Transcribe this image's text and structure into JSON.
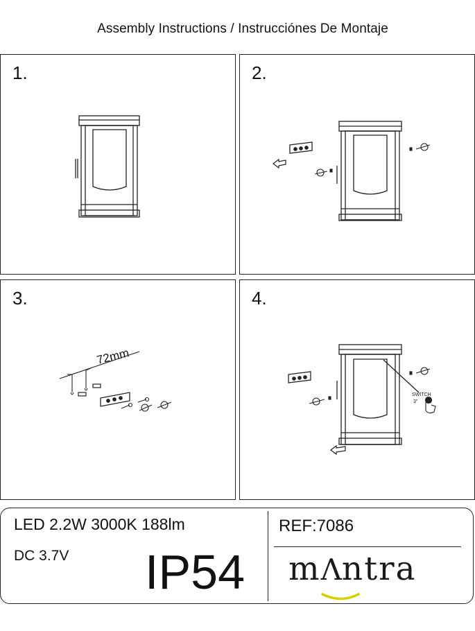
{
  "header": {
    "title": "Assembly Instructions / Instrucciónes De Montaje"
  },
  "steps": [
    {
      "number": "1."
    },
    {
      "number": "2."
    },
    {
      "number": "3.",
      "dimension_label": "72mm"
    },
    {
      "number": "4.",
      "switch_label": "SWITCH",
      "switch_hold": "3\""
    }
  ],
  "specs": {
    "line1": "LED 2.2W 3000K 188lm",
    "line2": "DC 3.7V",
    "ip_rating": "IP54",
    "ref": "REF:7086"
  },
  "brand": {
    "logo_a": "m",
    "logo_caret": "Λ",
    "logo_b": "ntra",
    "logo_accent_color": "#d4d000"
  }
}
